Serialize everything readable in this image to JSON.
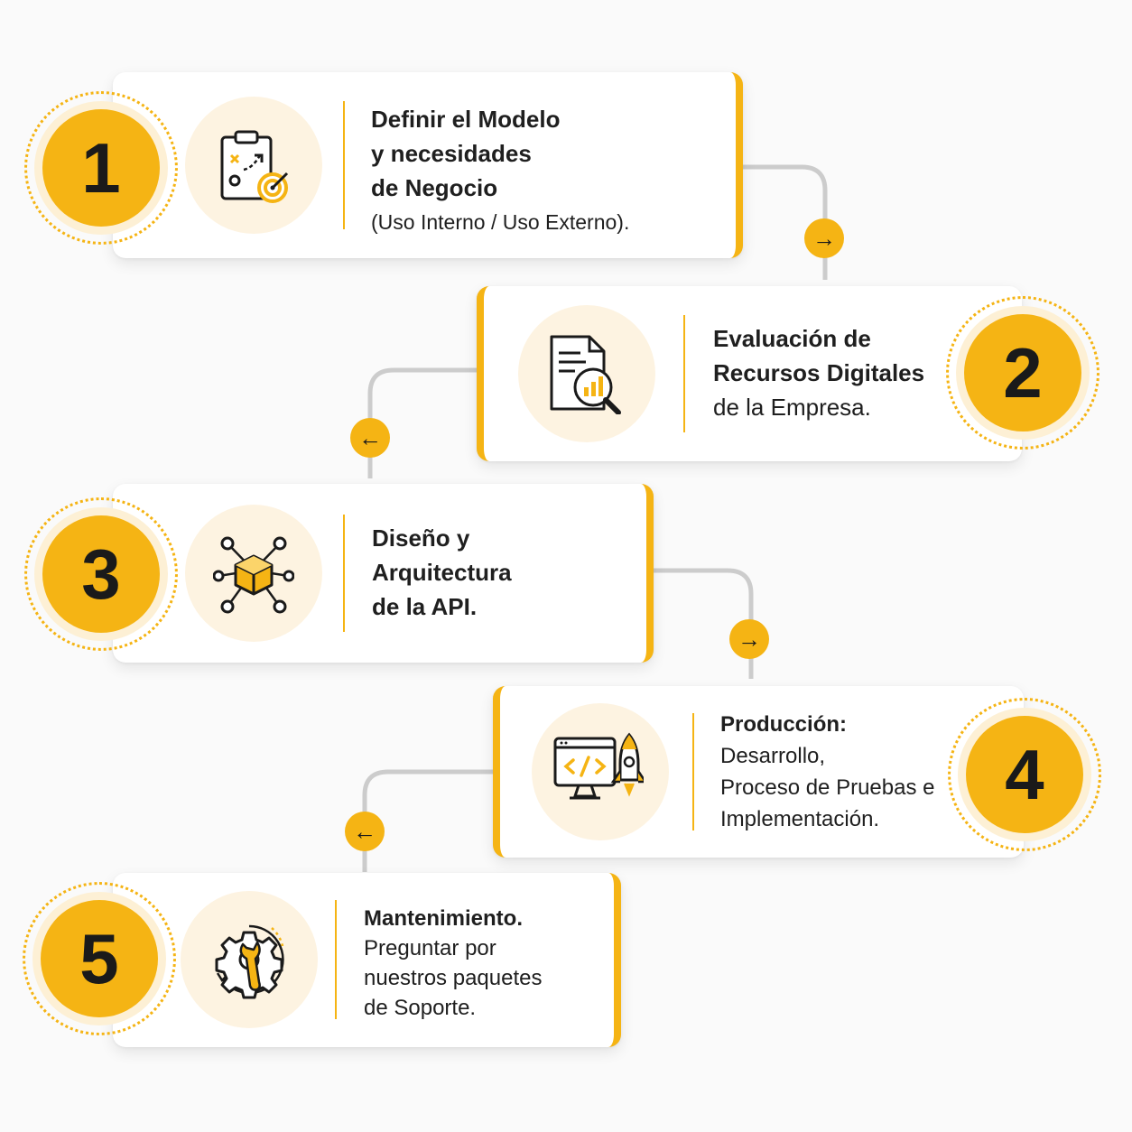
{
  "colors": {
    "accent": "#f5b414",
    "icon_bg": "#fdf3e1",
    "connector": "#cccccc",
    "text": "#1f1f1f"
  },
  "steps": [
    {
      "number": "1",
      "icon": "clipboard-strategy-target-icon",
      "lines": [
        {
          "text": "Definir el Modelo",
          "bold": true
        },
        {
          "text": "y necesidades",
          "bold": true
        },
        {
          "text": "de Negocio",
          "bold": true
        },
        {
          "text": "(Uso Interno / Uso Externo).",
          "bold": false
        }
      ]
    },
    {
      "number": "2",
      "icon": "document-magnifier-chart-icon",
      "lines": [
        {
          "text": "Evaluación de",
          "bold": true
        },
        {
          "text": "Recursos Digitales",
          "bold": true
        },
        {
          "text": "de la Empresa.",
          "bold": false
        }
      ]
    },
    {
      "number": "3",
      "icon": "cube-network-icon",
      "lines": [
        {
          "text": "Diseño y",
          "bold": true
        },
        {
          "text": "Arquitectura",
          "bold": true
        },
        {
          "text": "de la API.",
          "bold": true
        }
      ]
    },
    {
      "number": "4",
      "icon": "monitor-code-rocket-icon",
      "lines": [
        {
          "text": "Producción:",
          "bold": true
        },
        {
          "text": "Desarrollo,",
          "bold": false
        },
        {
          "text": "Proceso de Pruebas e",
          "bold": false
        },
        {
          "text": "Implementación.",
          "bold": false
        }
      ]
    },
    {
      "number": "5",
      "icon": "gear-wrench-icon",
      "lines": [
        {
          "text": "Mantenimiento.",
          "bold": true
        },
        {
          "text": "Preguntar por",
          "bold": false
        },
        {
          "text": "nuestros paquetes",
          "bold": false
        },
        {
          "text": "de Soporte.",
          "bold": false
        }
      ]
    }
  ],
  "connectors": [
    {
      "direction": "right",
      "glyph": "→"
    },
    {
      "direction": "left",
      "glyph": "←"
    },
    {
      "direction": "right",
      "glyph": "→"
    },
    {
      "direction": "left",
      "glyph": "←"
    }
  ]
}
